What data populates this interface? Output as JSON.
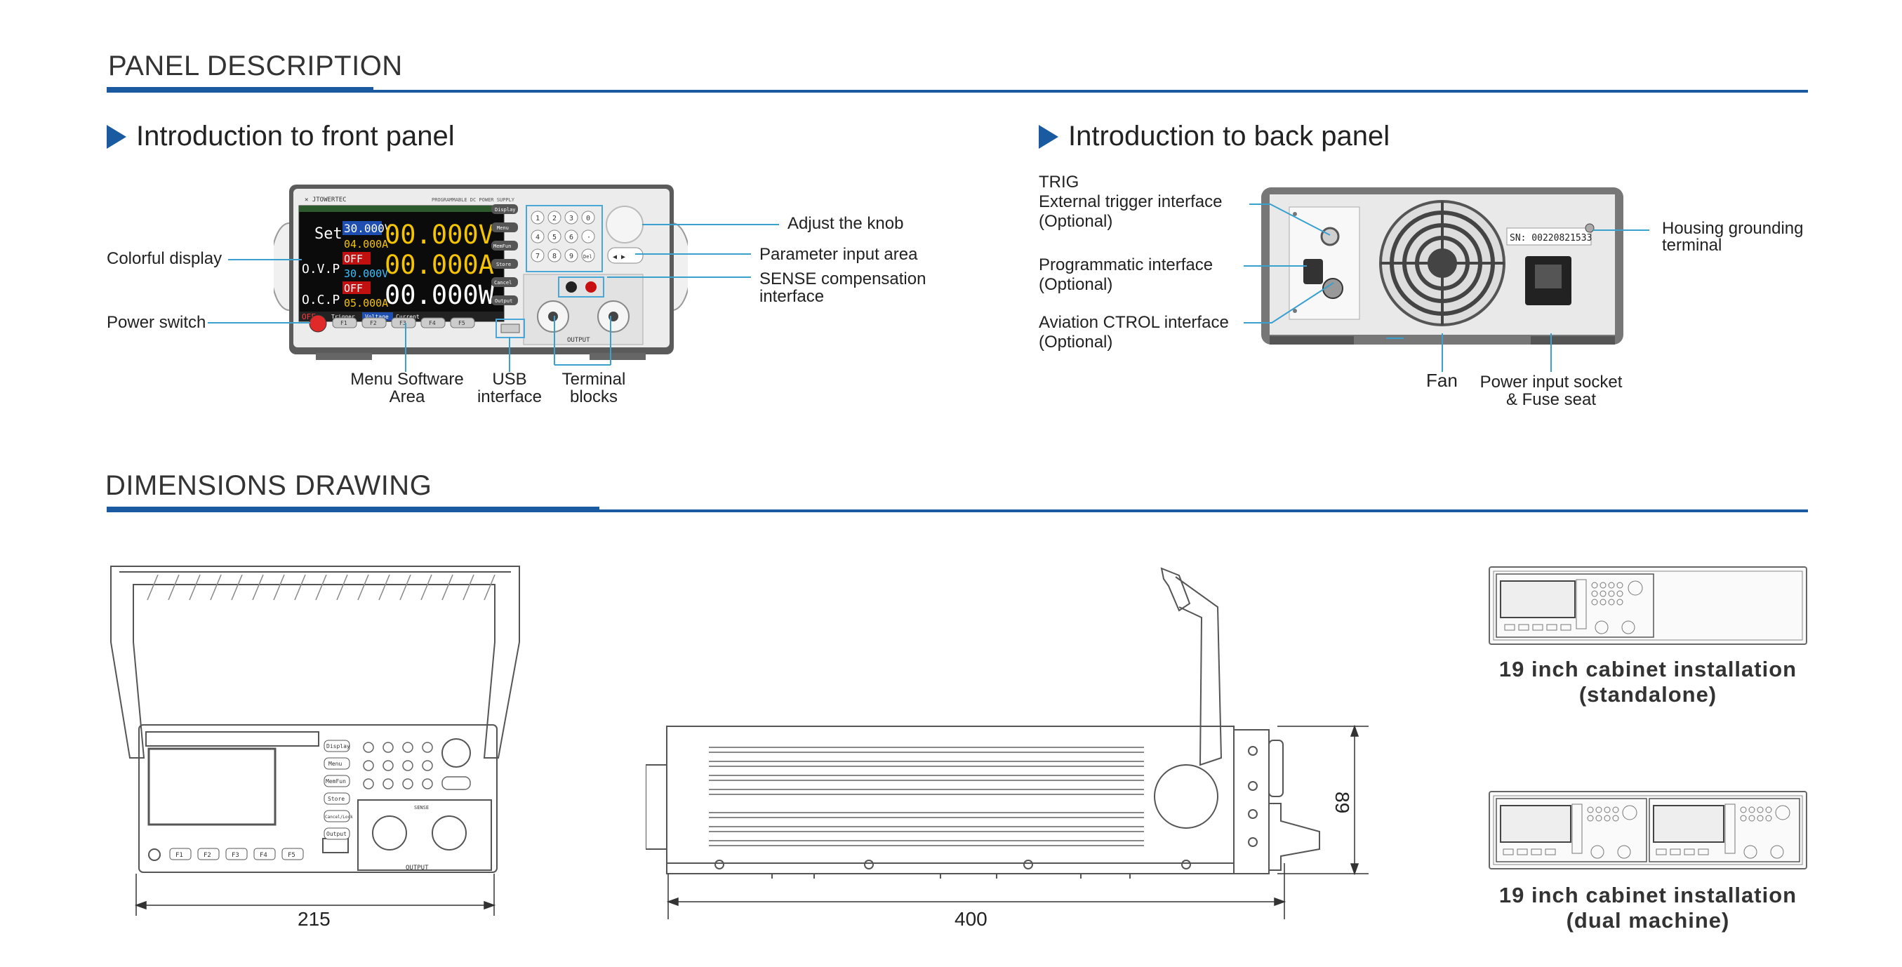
{
  "panel": {
    "title": "PANEL DESCRIPTION",
    "front": {
      "heading": "Introduction to front panel",
      "labels": {
        "adjust_knob": "Adjust the knob",
        "parameter_input": "Parameter input area",
        "sense_line1": "SENSE compensation",
        "sense_line2": "interface",
        "colorful_display": "Colorful display",
        "power_switch": "Power switch",
        "menu_line1": "Menu Software",
        "menu_line2": "Area",
        "usb_line1": "USB",
        "usb_line2": "interface",
        "terminal_line1": "Terminal",
        "terminal_line2": "blocks"
      },
      "device": {
        "brand": "✕ JTOWERTEC",
        "model": "PROGRAMMABLE DC POWER SUPPLY",
        "screen": {
          "set": "Set",
          "ovp": "O.V.P",
          "ocp": "O.C.P",
          "set_v": "30.000V",
          "set_a": "04.000A",
          "ovp_state": "OFF",
          "ovp_v": "30.000V",
          "ocp_state": "OFF",
          "ocp_a": "05.000A",
          "big_v": "00.000V",
          "big_a": "00.000A",
          "big_w": "00.000W",
          "off": "OFF",
          "trigger": "Trigger",
          "voltage": "Voltage",
          "current": "Current"
        },
        "side_buttons": [
          "Display",
          "Menu",
          "MemFun",
          "Store",
          "Cancel",
          "Output"
        ],
        "keypad": [
          "1",
          "2",
          "3",
          "4",
          "5",
          "6",
          "7",
          "8",
          "9",
          "0",
          "·",
          "Del"
        ],
        "fkeys": [
          "F1",
          "F2",
          "F3",
          "F4",
          "F5"
        ],
        "output": "OUTPUT"
      }
    },
    "back": {
      "heading": "Introduction to back panel",
      "labels": {
        "trig_line1": "TRIG",
        "trig_line2": "External trigger interface",
        "trig_line3": "(Optional)",
        "prog_line1": "Programmatic interface",
        "prog_line2": "(Optional)",
        "aviation_line1": "Aviation CTROL interface",
        "aviation_line2": "(Optional)",
        "ground_line1": "Housing grounding",
        "ground_line2": "terminal",
        "fan": "Fan",
        "power_line1": "Power input socket",
        "power_line2": "& Fuse seat"
      },
      "serial": "SN: 00220821533"
    }
  },
  "dimensions": {
    "title": "DIMENSIONS DRAWING",
    "width": "215",
    "depth": "400",
    "height": "89",
    "cabinet_standalone_line1": "19 inch cabinet installation",
    "cabinet_standalone_line2": "(standalone)",
    "cabinet_dual_line1": "19 inch cabinet installation",
    "cabinet_dual_line2": "(dual machine)",
    "drawing": {
      "side_buttons": [
        "Display",
        "Menu",
        "MemFun",
        "Store",
        "Cancel/Lock",
        "Output"
      ],
      "fkeys": [
        "F1",
        "F2",
        "F3",
        "F4",
        "F5"
      ],
      "sense": "SENSE",
      "output": "OUTPUT"
    }
  }
}
